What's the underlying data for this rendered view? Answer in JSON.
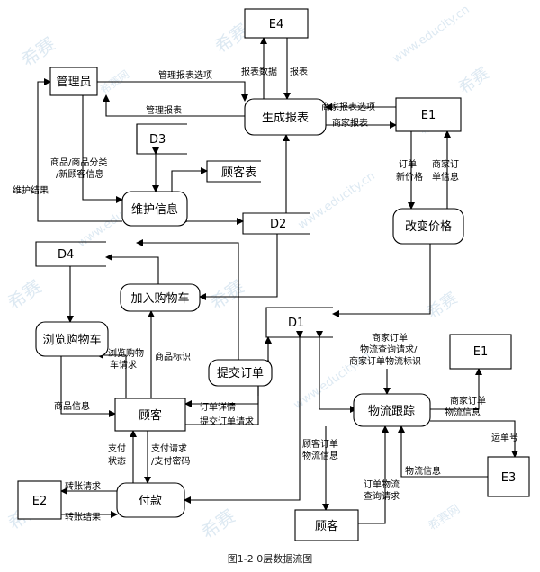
{
  "watermarks": [
    "希赛",
    "希赛网",
    "www.educity.cn"
  ],
  "entities": {
    "e4": "E4",
    "e1_top": "E1",
    "e1_right": "E1",
    "e2": "E2",
    "e3": "E3",
    "admin": "管理员",
    "customer": "顾客",
    "customer_bottom": "顾客"
  },
  "processes": {
    "generate_report": "生成报表",
    "maintain_info": "维护信息",
    "change_price": "改变价格",
    "add_cart": "加入购物车",
    "browse_cart": "浏览购物车",
    "submit_order": "提交订单",
    "logistics": "物流跟踪",
    "payment": "付款"
  },
  "stores": {
    "d1": "D1",
    "d2": "D2",
    "d3": "D3",
    "d4": "D4",
    "customer_table": "顾客表"
  },
  "flows": {
    "report_data": "报表数据",
    "report": "报表",
    "admin_report_option": "管理报表选项",
    "admin_report": "管理报表",
    "merchant_report_option": "商家报表选项",
    "merchant_report": "商家报表",
    "order_new_price_1": "订单",
    "order_new_price_2": "新价格",
    "merchant_order_info_1": "商家订",
    "merchant_order_info_2": "单信息",
    "goods_info_1": "商品/商品分类",
    "goods_info_2": "/新顾客信息",
    "maintain_result": "维护结果",
    "merchant_query_1": "商家订单",
    "merchant_query_2": "物流查询请求/",
    "merchant_query_3": "商家订单物流标识",
    "browse_request_1": "浏览购物",
    "browse_request_2": "车请求",
    "goods_id": "商品标识",
    "goods_info": "商品信息",
    "order_detail": "订单详情",
    "submit_request": "提交订单请求",
    "merchant_logistics_1": "商家订单",
    "merchant_logistics_2": "物流信息",
    "waybill": "运单号",
    "customer_logistics_1": "顾客订单",
    "customer_logistics_2": "物流信息",
    "order_query_1": "订单物流",
    "order_query_2": "查询请求",
    "logistics_info": "物流信息",
    "pay_status_1": "支付",
    "pay_status_2": "状态",
    "pay_request_1": "支付请求",
    "pay_request_2": "/支付密码",
    "transfer_request": "转账请求",
    "transfer_result": "转账结果"
  },
  "caption": "图1-2  0层数据流图"
}
